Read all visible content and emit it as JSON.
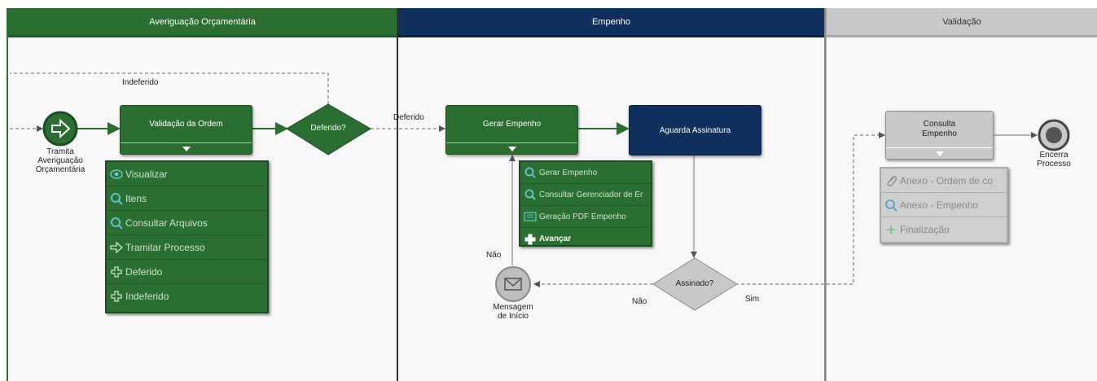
{
  "lanes": {
    "averiguacao": "Averiguação Orçamentária",
    "empenho": "Empenho",
    "validacao": "Validação"
  },
  "events": {
    "start_label": "Tramita\nAveriguação\nOrçamentária",
    "message_label": "Mensagem\nde Início",
    "end_label": "Encerra\nProcesso"
  },
  "tasks": {
    "validacao_ordem": "Validação da Ordem",
    "gerar_empenho": "Gerar Empenho",
    "aguarda_assinatura": "Aguarda Assinatura",
    "consulta_empenho": "Consulta\nEmpenho"
  },
  "gateways": {
    "deferido_q": "Deferido?",
    "assinado_q": "Assinado?"
  },
  "flow_labels": {
    "indeferido": "Indeferido",
    "deferido": "Deferido",
    "nao_left": "Não",
    "nao_right": "Não",
    "sim": "Sim"
  },
  "menus": {
    "validacao_ordem": [
      {
        "label": "Visualizar",
        "icon": "eye-icon"
      },
      {
        "label": "Itens",
        "icon": "magnifier-icon"
      },
      {
        "label": "Consultar Arquivos",
        "icon": "magnifier-icon"
      },
      {
        "label": "Tramitar Processo",
        "icon": "arrow-right-icon"
      },
      {
        "label": "Deferido",
        "icon": "plus-icon"
      },
      {
        "label": "Indeferido",
        "icon": "plus-icon"
      }
    ],
    "gerar_empenho": [
      {
        "label": "Gerar Empenho",
        "icon": "magnifier-icon"
      },
      {
        "label": "Consultar Gerenciador de Er",
        "icon": "magnifier-icon"
      },
      {
        "label": "Geração PDF Empenho",
        "icon": "pdf-icon"
      },
      {
        "label": "Avançar",
        "icon": "plus-icon"
      }
    ],
    "consulta_empenho": [
      {
        "label": "Anexo - Ordem de co",
        "icon": "paperclip-icon"
      },
      {
        "label": "Anexo - Empenho",
        "icon": "magnifier-icon"
      },
      {
        "label": "Finalização",
        "icon": "plus-icon"
      }
    ]
  },
  "colors": {
    "green": "#2b6e31",
    "navy": "#0f2f5c",
    "gray": "#c8c8c8"
  }
}
